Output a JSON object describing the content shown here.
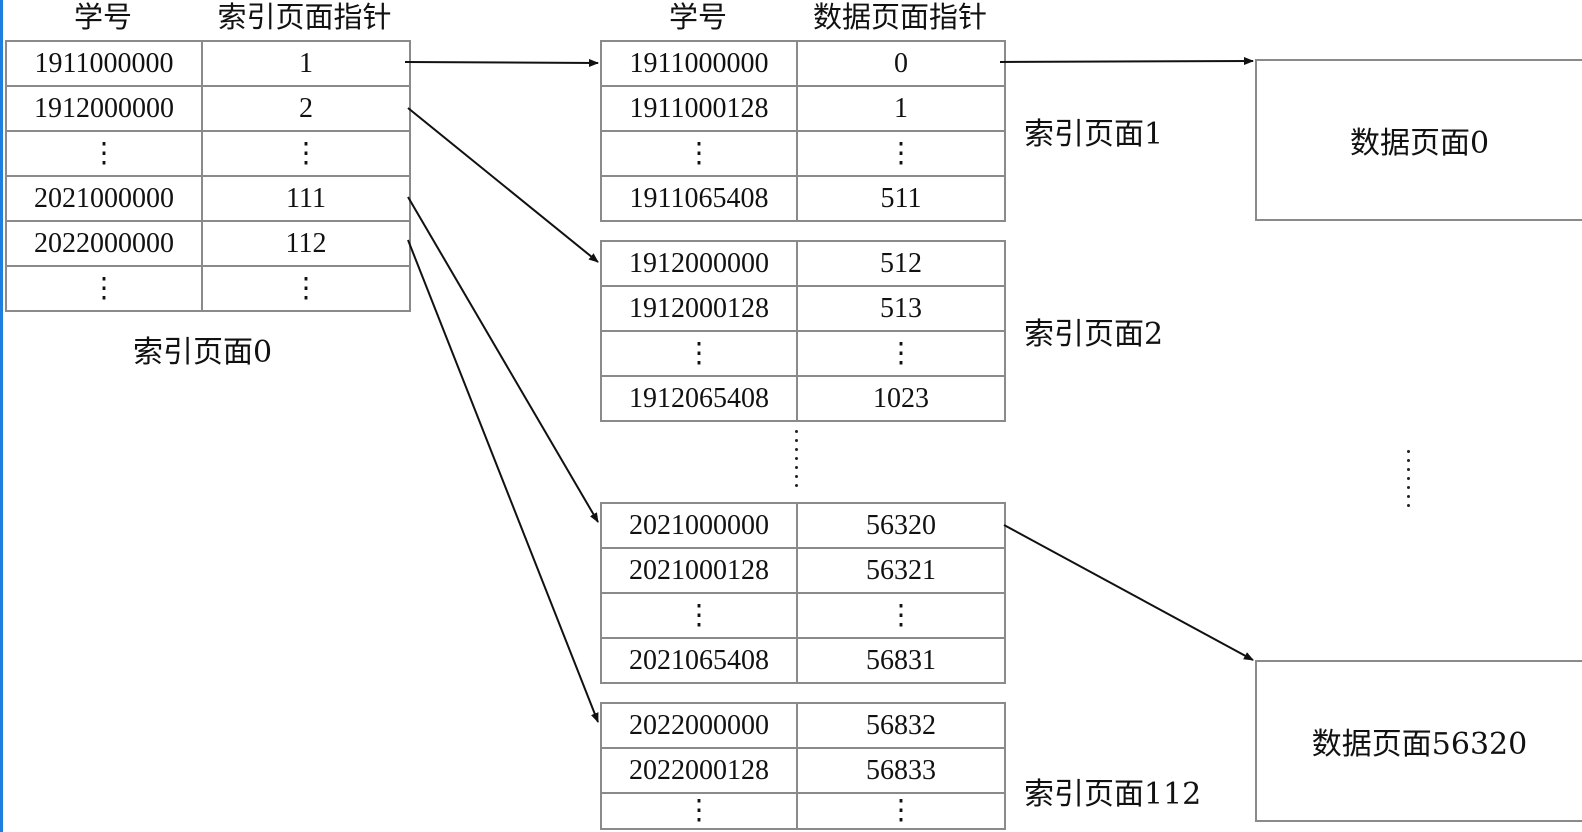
{
  "headers": {
    "key": "学号",
    "index_pointer": "索引页面指针",
    "data_pointer": "数据页面指针"
  },
  "root_page": {
    "label": "索引页面0",
    "rows": [
      [
        "1911000000",
        "1"
      ],
      [
        "1912000000",
        "2"
      ],
      [
        "⋮",
        "⋮"
      ],
      [
        "2021000000",
        "111"
      ],
      [
        "2022000000",
        "112"
      ],
      [
        "⋮",
        "⋮"
      ]
    ]
  },
  "index_pages": [
    {
      "label": "索引页面1",
      "rows": [
        [
          "1911000000",
          "0"
        ],
        [
          "1911000128",
          "1"
        ],
        [
          "⋮",
          "⋮"
        ],
        [
          "1911065408",
          "511"
        ]
      ]
    },
    {
      "label": "索引页面2",
      "rows": [
        [
          "1912000000",
          "512"
        ],
        [
          "1912000128",
          "513"
        ],
        [
          "⋮",
          "⋮"
        ],
        [
          "1912065408",
          "1023"
        ]
      ]
    },
    {
      "label": "",
      "rows": [
        [
          "2021000000",
          "56320"
        ],
        [
          "2021000128",
          "56321"
        ],
        [
          "⋮",
          "⋮"
        ],
        [
          "2021065408",
          "56831"
        ]
      ]
    },
    {
      "label": "索引页面112",
      "rows": [
        [
          "2022000000",
          "56832"
        ],
        [
          "2022000128",
          "56833"
        ],
        [
          "⋮",
          "⋮"
        ]
      ]
    }
  ],
  "data_pages": [
    {
      "label": "数据页面0"
    },
    {
      "label": "数据页面56320"
    }
  ],
  "colors": {
    "border": "#8a8a8a",
    "line": "#111111",
    "edge": "#1f7fe0"
  }
}
